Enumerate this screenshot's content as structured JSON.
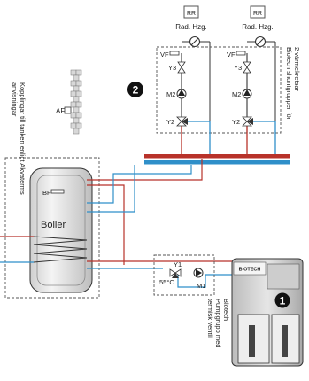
{
  "labels": {
    "rr": "RR",
    "rad_hzg": "Rad. Hzg.",
    "vf": "VF",
    "y3": "Y3",
    "m2": "M2",
    "y2": "Y2",
    "af": "AF",
    "bf": "BF",
    "boiler": "Boiler",
    "y1": "Y1",
    "temp": "55°C",
    "m1": "M1",
    "biotech_badge": "BIOTECH",
    "marker_1": "1",
    "marker_2": "2",
    "shunt_caption_line1": "Biotech shuntgrupper för",
    "shunt_caption_line2": "2 värmekretsar",
    "tank_caption_line1": "Kopplingar till tanken enligt Akvaterms",
    "tank_caption_line2": "anvisningar",
    "pump_caption_line1": "Biotech",
    "pump_caption_line2": "Pumpgrupp med",
    "pump_caption_line3": "termisk ventil"
  },
  "colors": {
    "hot_pipe": "#b8322a",
    "cold_pipe": "#2f8fc9",
    "line": "#333333",
    "tank_fill": "#e8e8e8",
    "boiler_body": "#d9d9d9"
  },
  "icons": [
    "thermostat-icon",
    "pump-icon",
    "three-way-valve-icon",
    "heating-coil-icon"
  ]
}
